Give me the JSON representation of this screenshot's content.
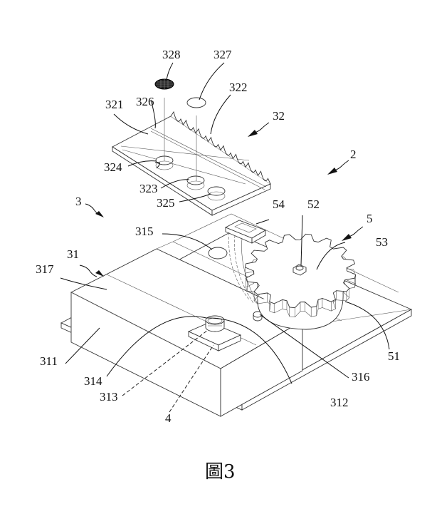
{
  "figure": {
    "caption": "圖3"
  },
  "labels": {
    "l328": "328",
    "l327": "327",
    "l321": "321",
    "l326": "326",
    "l322": "322",
    "l32": "32",
    "l2": "2",
    "l324": "324",
    "l323": "323",
    "l325": "325",
    "l3": "3",
    "l54": "54",
    "l52": "52",
    "l5": "5",
    "l315": "315",
    "l53": "53",
    "l31": "31",
    "l317": "317",
    "l311": "311",
    "l51": "51",
    "l314": "314",
    "l316": "316",
    "l313": "313",
    "l312": "312",
    "l4": "4"
  },
  "colors": {
    "line": "#333333",
    "background": "#ffffff"
  }
}
